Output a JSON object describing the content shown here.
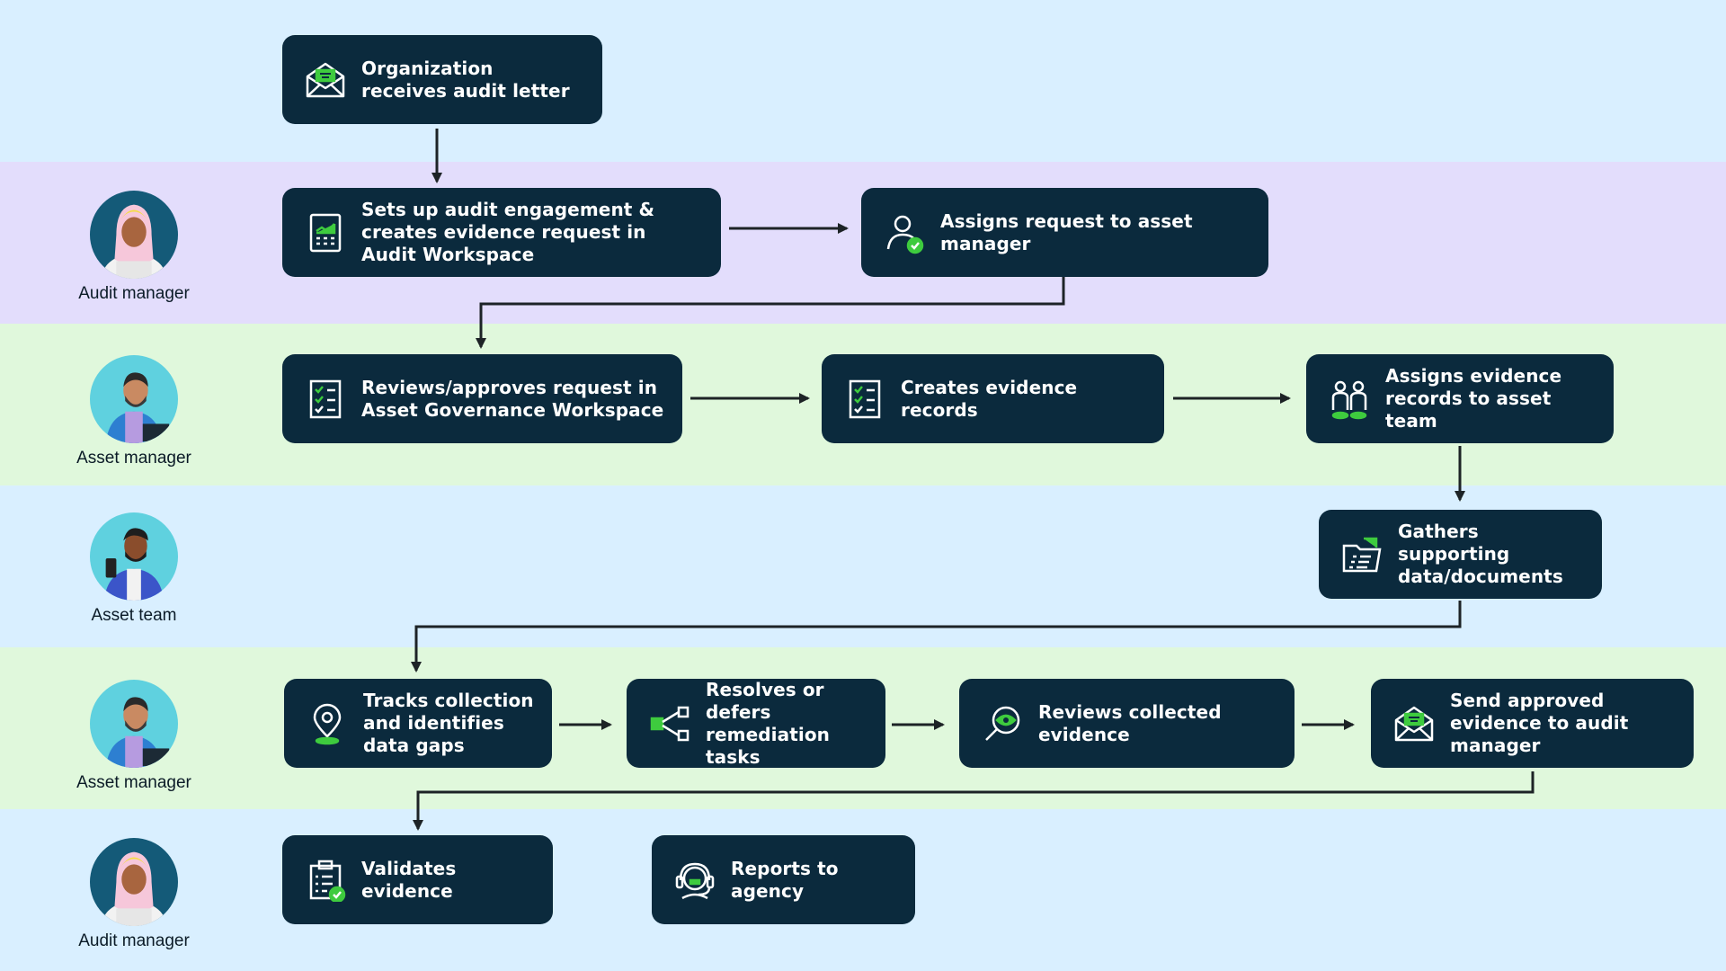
{
  "colors": {
    "lane_blue": "#d9efff",
    "lane_purple": "#e3ddfc",
    "lane_green": "#e0f8dc",
    "box": "#0b2a3d",
    "accent_green": "#3ecb3e",
    "arrow": "#1d2326"
  },
  "roles": {
    "audit_manager_1": "Audit manager",
    "asset_manager_1": "Asset manager",
    "asset_team": "Asset team",
    "asset_manager_2": "Asset manager",
    "audit_manager_2": "Audit manager"
  },
  "steps": {
    "receive_letter": {
      "label": "Organization receives audit letter",
      "icon": "envelope-icon"
    },
    "setup_engagement": {
      "label": "Sets up audit engagement & creates evidence request in Audit Workspace",
      "icon": "spreadsheet-icon"
    },
    "assign_request": {
      "label": "Assigns request to asset manager",
      "icon": "user-check-icon"
    },
    "review_request": {
      "label": "Reviews/approves request in Asset Governance Workspace",
      "icon": "checklist-icon"
    },
    "create_records": {
      "label": "Creates evidence records",
      "icon": "checklist-icon"
    },
    "assign_records": {
      "label": "Assigns evidence records to asset team",
      "icon": "team-icon"
    },
    "gather_data": {
      "label": "Gathers supporting data/documents",
      "icon": "folder-icon"
    },
    "track_collection": {
      "label": "Tracks collection and identifies data gaps",
      "icon": "location-pin-icon"
    },
    "resolve_tasks": {
      "label": "Resolves or defers remediation tasks",
      "icon": "workflow-icon"
    },
    "review_evidence": {
      "label": "Reviews collected evidence",
      "icon": "magnifier-eye-icon"
    },
    "send_evidence": {
      "label": "Send approved evidence to audit manager",
      "icon": "envelope-icon"
    },
    "validate_evidence": {
      "label": "Validates evidence",
      "icon": "clipboard-check-icon"
    },
    "report_agency": {
      "label": "Reports to agency",
      "icon": "headset-icon"
    }
  }
}
